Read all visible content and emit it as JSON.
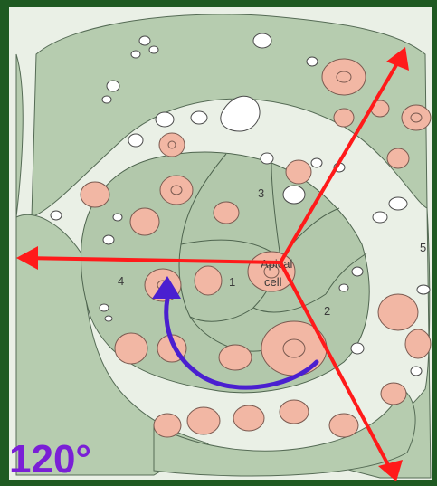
{
  "diagram": {
    "segment_labels": [
      "1",
      "2",
      "3",
      "4",
      "5"
    ],
    "apical_cell_label_line1": "Apical",
    "apical_cell_label_line2": "cell",
    "angle_label": "120°"
  },
  "colors": {
    "frame_green": "#1f5a22",
    "tissue_green": "#b6ccaf",
    "cell_fill": "#f2b7a4",
    "arrow_red": "#ff1a1a",
    "rotation_arrow_blue": "#4a1fd0",
    "angle_text_purple": "#7a1fd6"
  }
}
